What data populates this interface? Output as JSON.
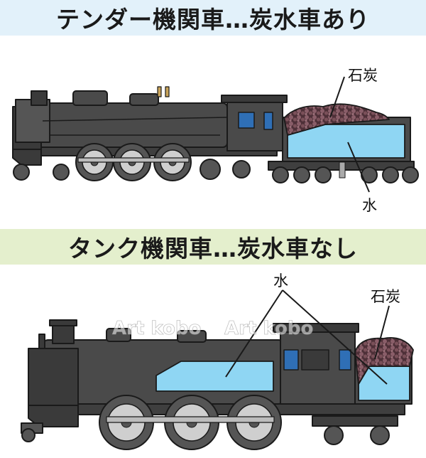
{
  "banners": {
    "tender": "テンダー機関車…炭水車あり",
    "tank": "タンク機関車…炭水車なし"
  },
  "labels": {
    "tender_coal": "石炭",
    "tender_water": "水",
    "tank_water": "水",
    "tank_coal": "石炭"
  },
  "watermark": [
    "Art kobo",
    "Art kobo"
  ],
  "colors": {
    "body": "#4a4a4a",
    "outline": "#1a1a1a",
    "water": "#8fd6f3",
    "coal": "#6b4650",
    "window": "#2f6fb6",
    "brass": "#c9a45a"
  }
}
